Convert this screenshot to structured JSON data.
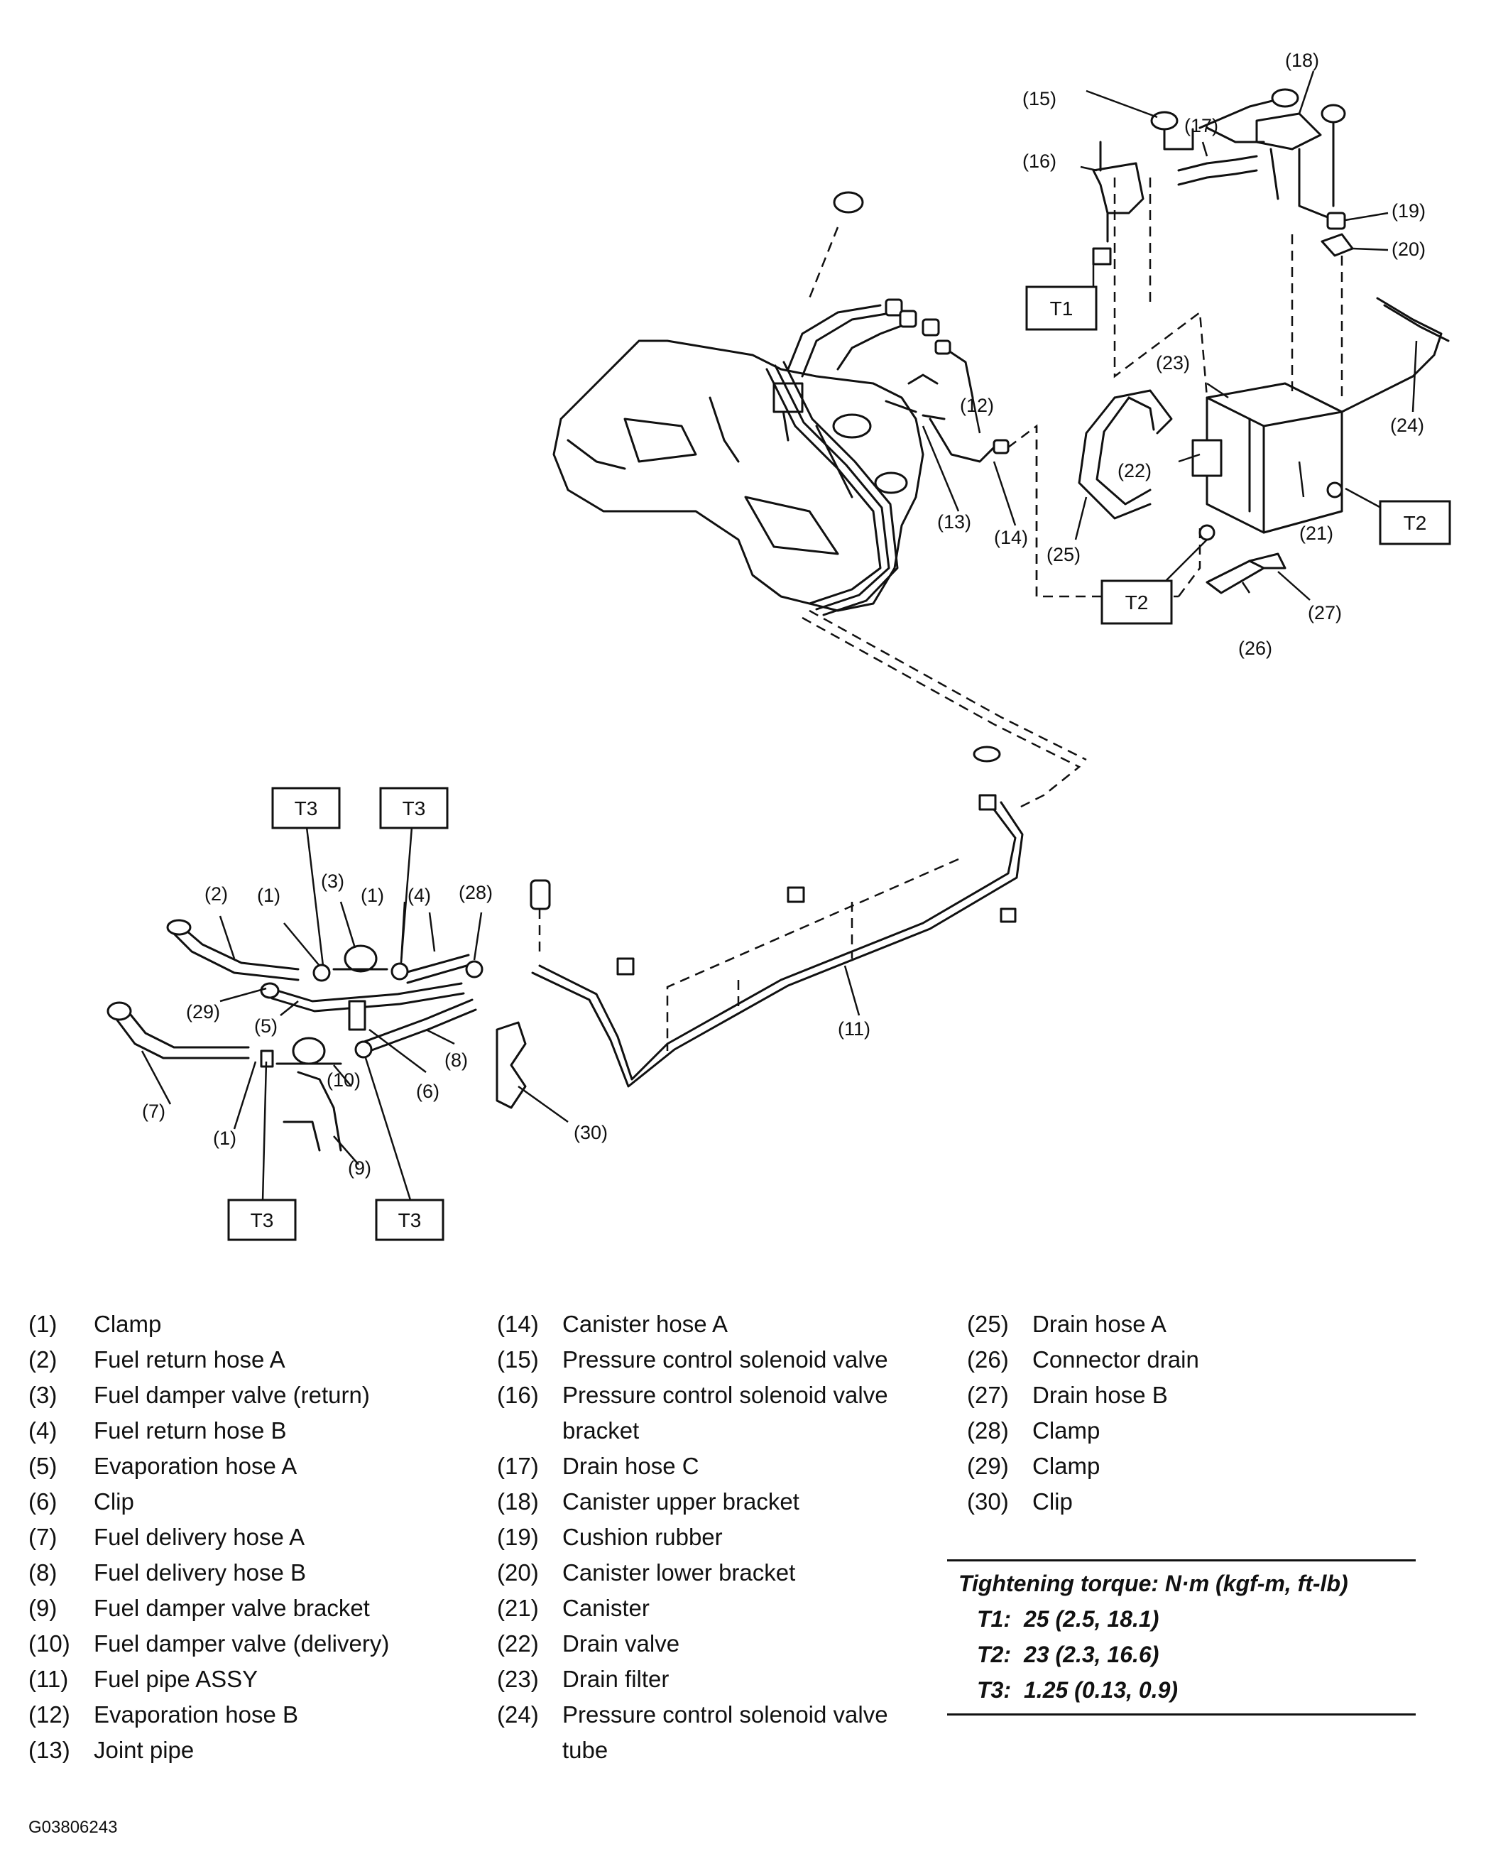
{
  "callouts": {
    "c1a": "(1)",
    "c1b": "(1)",
    "c1c": "(1)",
    "c2": "(2)",
    "c3": "(3)",
    "c4": "(4)",
    "c5": "(5)",
    "c6": "(6)",
    "c7": "(7)",
    "c8": "(8)",
    "c9": "(9)",
    "c10": "(10)",
    "c11": "(11)",
    "c12": "(12)",
    "c13": "(13)",
    "c14": "(14)",
    "c15": "(15)",
    "c16": "(16)",
    "c17": "(17)",
    "c18": "(18)",
    "c19": "(19)",
    "c20": "(20)",
    "c21": "(21)",
    "c22": "(22)",
    "c23": "(23)",
    "c24": "(24)",
    "c25": "(25)",
    "c26": "(26)",
    "c27": "(27)",
    "c28": "(28)",
    "c29": "(29)",
    "c30": "(30)"
  },
  "torque_boxes": {
    "t1": "T1",
    "t2a": "T2",
    "t2b": "T2",
    "t3a": "T3",
    "t3b": "T3",
    "t3c": "T3",
    "t3d": "T3"
  },
  "legend": {
    "col1": [
      {
        "num": "(1)",
        "text": "Clamp"
      },
      {
        "num": "(2)",
        "text": "Fuel return hose A"
      },
      {
        "num": "(3)",
        "text": "Fuel damper valve (return)"
      },
      {
        "num": "(4)",
        "text": "Fuel return hose B"
      },
      {
        "num": "(5)",
        "text": "Evaporation hose A"
      },
      {
        "num": "(6)",
        "text": "Clip"
      },
      {
        "num": "(7)",
        "text": "Fuel delivery hose A"
      },
      {
        "num": "(8)",
        "text": "Fuel delivery hose B"
      },
      {
        "num": "(9)",
        "text": "Fuel damper valve bracket"
      },
      {
        "num": "(10)",
        "text": "Fuel damper valve (delivery)"
      },
      {
        "num": "(11)",
        "text": "Fuel pipe ASSY"
      },
      {
        "num": "(12)",
        "text": "Evaporation hose B"
      },
      {
        "num": "(13)",
        "text": "Joint pipe"
      }
    ],
    "col2": [
      {
        "num": "(14)",
        "text": "Canister hose A"
      },
      {
        "num": "(15)",
        "text": "Pressure control solenoid valve"
      },
      {
        "num": "(16)",
        "text": "Pressure control solenoid valve bracket"
      },
      {
        "num": "(17)",
        "text": "Drain hose C"
      },
      {
        "num": "(18)",
        "text": "Canister upper bracket"
      },
      {
        "num": "(19)",
        "text": "Cushion rubber"
      },
      {
        "num": "(20)",
        "text": "Canister lower bracket"
      },
      {
        "num": "(21)",
        "text": "Canister"
      },
      {
        "num": "(22)",
        "text": "Drain valve"
      },
      {
        "num": "(23)",
        "text": "Drain filter"
      },
      {
        "num": "(24)",
        "text": "Pressure control solenoid valve tube"
      }
    ],
    "col3": [
      {
        "num": "(25)",
        "text": "Drain hose A"
      },
      {
        "num": "(26)",
        "text": "Connector drain"
      },
      {
        "num": "(27)",
        "text": "Drain hose B"
      },
      {
        "num": "(28)",
        "text": "Clamp"
      },
      {
        "num": "(29)",
        "text": "Clamp"
      },
      {
        "num": "(30)",
        "text": "Clip"
      }
    ]
  },
  "torque": {
    "title": "Tightening torque: N·m (kgf-m, ft-lb)",
    "rows": [
      {
        "key": "T1:",
        "value": "25 (2.5, 18.1)"
      },
      {
        "key": "T2:",
        "value": "23 (2.3, 16.6)"
      },
      {
        "key": "T3:",
        "value": "1.25 (0.13, 0.9)"
      }
    ]
  },
  "figure_id": "G03806243"
}
